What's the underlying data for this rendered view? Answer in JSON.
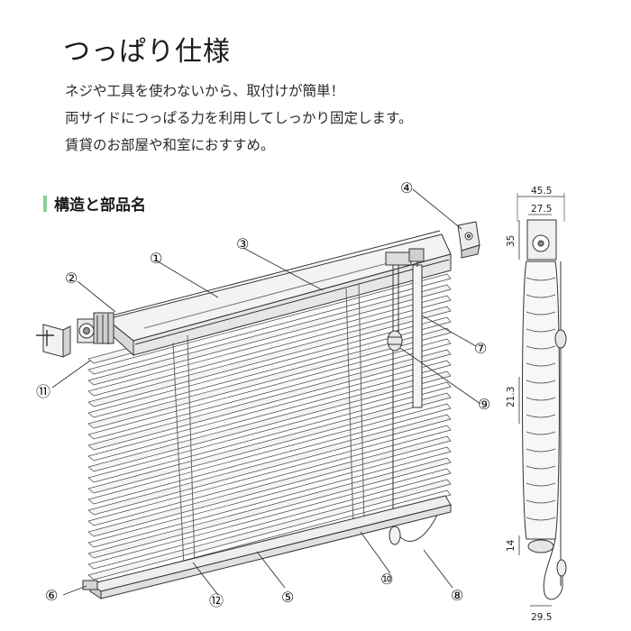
{
  "header": {
    "title": "つっぱり仕様",
    "description": [
      "ネジや工具を使わないから、取付けが簡単！",
      "両サイドにつっぱる力を利用してしっかり固定します。",
      "賃貸のお部屋や和室におすすめ。"
    ]
  },
  "section": {
    "title": "構造と部品名",
    "accent_color": "#8ccf9a"
  },
  "parts": {
    "n1": "①",
    "n2": "②",
    "n3": "③",
    "n4": "④",
    "n5": "⑤",
    "n6": "⑥",
    "n7": "⑦",
    "n8": "⑧",
    "n9": "⑨",
    "n10": "⑩",
    "n11": "⑪",
    "n12": "⑫"
  },
  "dimensions": {
    "top_width": "45.5",
    "head_width": "27.5",
    "head_height": "35",
    "slat_pitch": "21.3",
    "bottom_height": "14",
    "bottom_width": "29.5"
  }
}
